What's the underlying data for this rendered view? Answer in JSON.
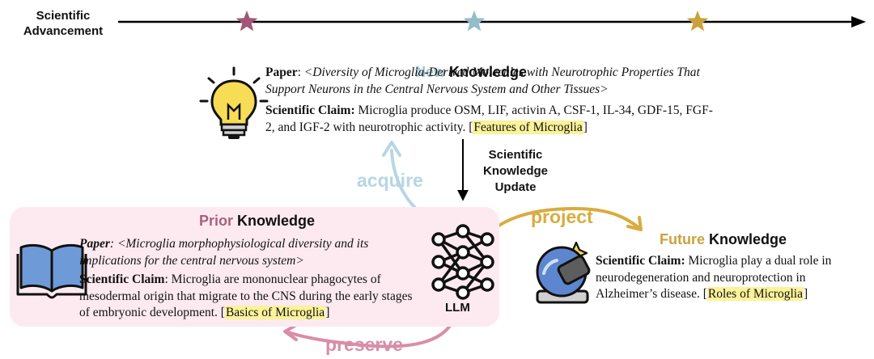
{
  "timeline": {
    "label_line1": "Scientific",
    "label_line2": "Advancement",
    "star_colors": [
      "#a25575",
      "#94bccb",
      "#c9a23c"
    ]
  },
  "new_knowledge": {
    "title_accent": "New",
    "title_rest": "Knowledge",
    "accent_color": "#9ec1cf",
    "paper_label": "Paper",
    "paper_text": "<Diversity of Microglia-Derived Molecules with Neurotrophic Properties That Support Neurons in the Central Nervous System and Other Tissues>",
    "claim_label": "Scientific Claim:",
    "claim_text": "Microglia produce OSM, LIF, activin A, CSF-1, IL-34, GDF-15, FGF-2, and IGF-2 with neurotrophic activity.",
    "tag": "Features of Microglia",
    "icon": "lightbulb-icon"
  },
  "update_label": {
    "line1": "Scientific",
    "line2": "Knowledge",
    "line3": "Update"
  },
  "prior_knowledge": {
    "title_accent": "Prior",
    "title_rest": "Knowledge",
    "accent_color": "#a8607e",
    "paper_label": "Paper",
    "paper_text": "<Microglia morphophysiological diversity and its implications for the central nervous system>",
    "claim_label": "Scientific Claim",
    "claim_text": "Microglia are mononuclear phagocytes of mesodermal origin that migrate to the CNS during the early stages of embryonic development.",
    "tag": "Basics of Microglia",
    "icon": "book-icon"
  },
  "future_knowledge": {
    "title_accent": "Future",
    "title_rest": "Knowledge",
    "accent_color": "#c9a23c",
    "claim_label": "Scientific Claim:",
    "claim_text": "Microglia play a dual role in neurodegeneration and neuroprotection in Alzheimer’s disease.",
    "tag": "Roles of Microglia",
    "icon": "telescope-icon"
  },
  "llm": {
    "label": "LLM",
    "icon": "neural-network-icon"
  },
  "arrows": {
    "acquire": "acquire",
    "acquire_color": "#b7d6e4",
    "project": "project",
    "project_color": "#d8ac3e",
    "preserve": "preserve",
    "preserve_color": "#d88ea6"
  }
}
